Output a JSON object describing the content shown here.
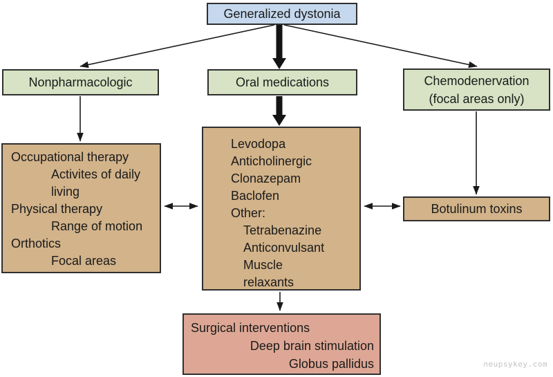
{
  "root": {
    "label": "Generalized dystonia"
  },
  "categories": {
    "nonpharmacologic": {
      "label": "Nonpharmacologic"
    },
    "oral_medications": {
      "label": "Oral medications"
    },
    "chemodenervation": {
      "line1": "Chemodenervation",
      "line2": "(focal areas only)"
    }
  },
  "details": {
    "nonpharmacologic": {
      "lines": [
        "Occupational therapy",
        "Activites of daily",
        "living",
        "Physical therapy",
        "Range of motion",
        "Orthotics",
        "Focal areas"
      ]
    },
    "oral_medications": {
      "lines": [
        "Levodopa",
        "Anticholinergic",
        "Clonazepam",
        "Baclofen",
        "Other:",
        "Tetrabenazine",
        "Anticonvulsant",
        "Muscle",
        "relaxants"
      ]
    },
    "chemodenervation": {
      "label": "Botulinum toxins"
    }
  },
  "surgical": {
    "lines": [
      "Surgical interventions",
      "Deep brain stimulation",
      "Globus pallidus"
    ]
  },
  "watermark": "neupsykey.com",
  "colors": {
    "root_fill": "#c5d8ed",
    "category_fill": "#d7e3c4",
    "detail_fill": "#d2b38a",
    "surgical_fill": "#dea795",
    "border": "#2f2f2f",
    "arrow": "#1a1a1a",
    "watermark_text": "#c3c3c3"
  }
}
